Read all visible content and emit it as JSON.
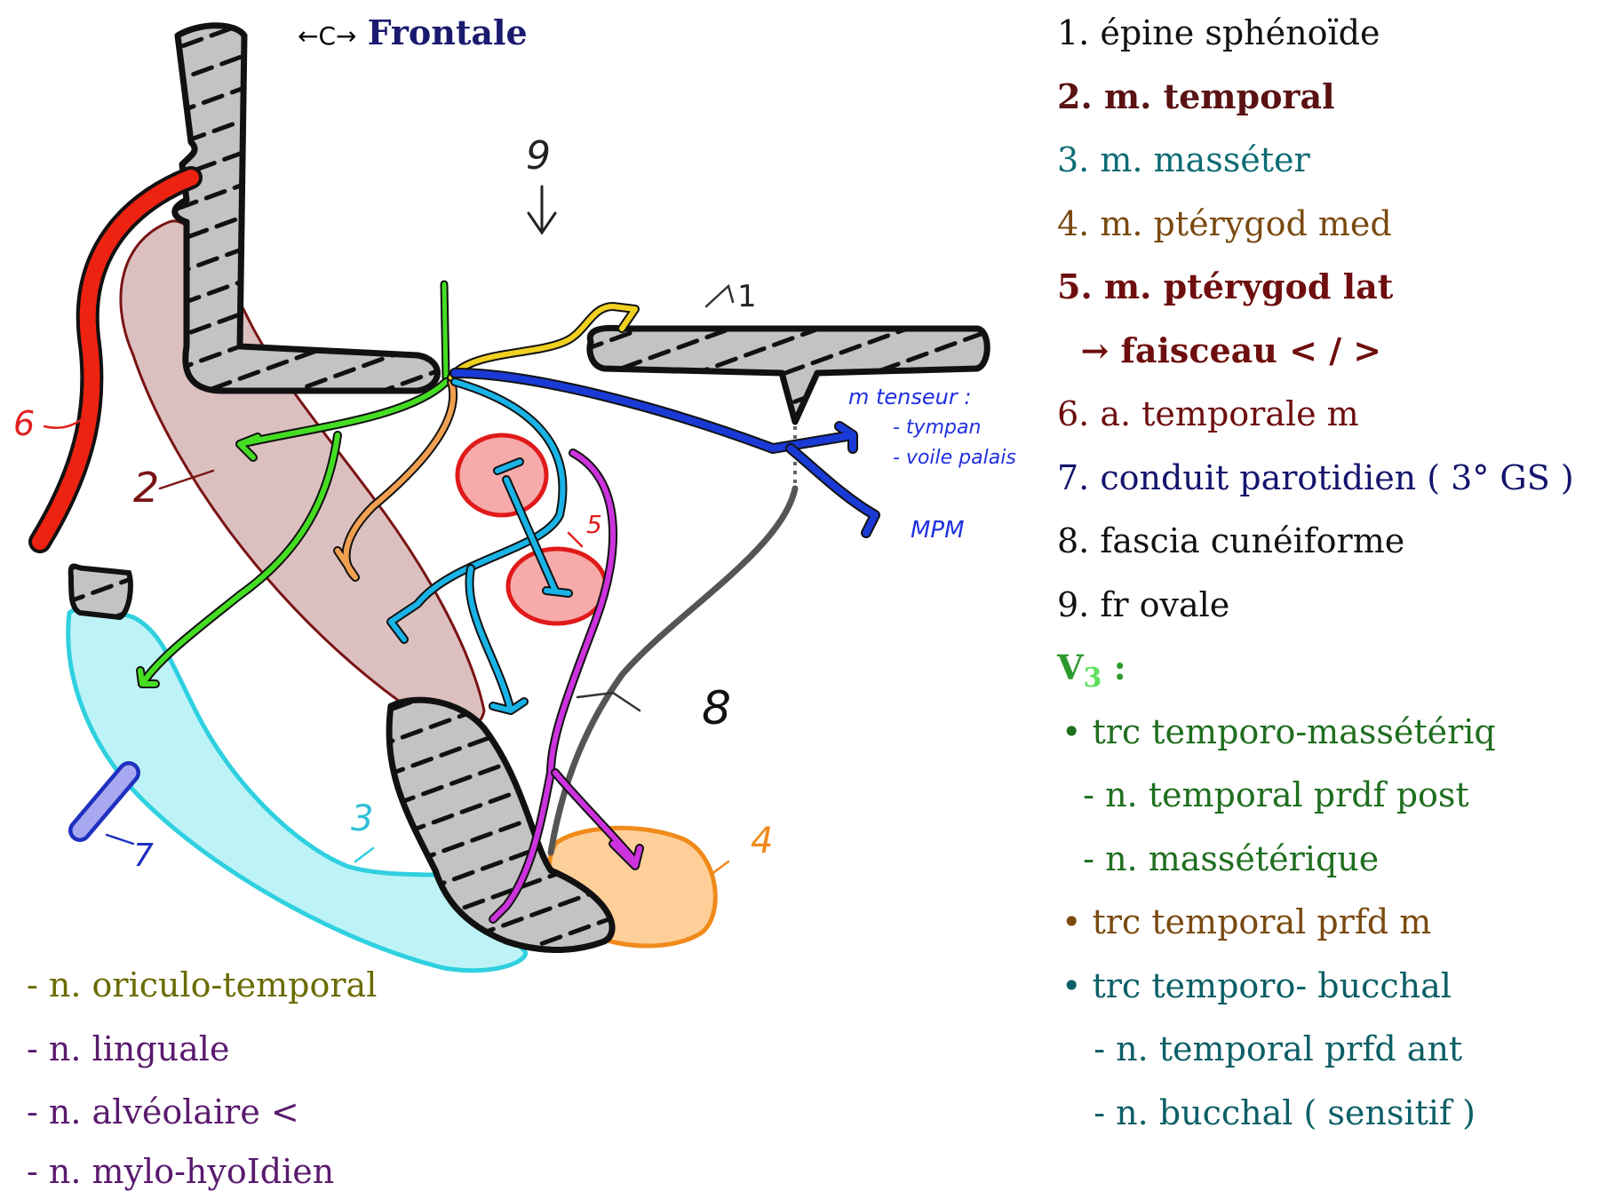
{
  "header": {
    "orientation_arrow": "←C→",
    "orientation_label": "Frontale"
  },
  "diagram_labels": {
    "n1": "1",
    "n2": "2",
    "n3": "3",
    "n4": "4",
    "n5": "5",
    "n6": "6",
    "n7": "7",
    "n8": "8",
    "n9": "9",
    "tensor_title": "m tenseur :",
    "tensor_item1": "- tympan",
    "tensor_item2": "- voile palais",
    "mpm": "MPM"
  },
  "legend_right": [
    {
      "text": "1. épine sphénoïde",
      "color": "#111111",
      "bold": false
    },
    {
      "text": "2. m. temporal",
      "color": "#5a1212",
      "bold": true
    },
    {
      "text": "3. m. masséter",
      "color": "#0b6b74",
      "bold": false
    },
    {
      "text": "4. m. ptérygod med",
      "color": "#7a4a10",
      "bold": false
    },
    {
      "text": "5. m. ptérygod lat",
      "color": "#6e0e0e",
      "bold": true
    },
    {
      "text": "  → faisceau < / >",
      "color": "#6e0e0e",
      "bold": true
    },
    {
      "text": "6. a. temporale m",
      "color": "#6e0e0e",
      "bold": false
    },
    {
      "text": "7. conduit parotidien ( 3° GS )",
      "color": "#14146e",
      "bold": false
    },
    {
      "text": "8. fascia cunéiforme",
      "color": "#111111",
      "bold": false
    },
    {
      "text": "9. fr ovale",
      "color": "#111111",
      "bold": false
    }
  ],
  "v3": {
    "label": "V",
    "sub": "3",
    "suffix": " :",
    "color": "#2d9a2d",
    "items": [
      {
        "text": "• trc temporo-massétériq",
        "color": "#1f6e1f"
      },
      {
        "text": "  - n. temporal prdf post",
        "color": "#1f6e1f"
      },
      {
        "text": "  - n. massétérique",
        "color": "#1f6e1f"
      },
      {
        "text": "• trc temporal prfd m",
        "color": "#7a4a10"
      },
      {
        "text": "• trc temporo- bucchal",
        "color": "#0b5f66"
      },
      {
        "text": "   - n. temporal prfd ant",
        "color": "#0b5f66"
      },
      {
        "text": "   - n. bucchal ( sensitif )",
        "color": "#0b5f66"
      }
    ]
  },
  "legend_left": [
    {
      "text": "- n. oriculo-temporal",
      "color": "#6b6b00"
    },
    {
      "text": "- n. linguale",
      "color": "#5a1a6e"
    },
    {
      "text": "- n. alvéolaire <",
      "color": "#5a1a6e"
    },
    {
      "text": "- n. mylo-hyoIdien",
      "color": "#5a1a6e"
    }
  ],
  "colors": {
    "bone": "#c3c3c3",
    "temporal_muscle": "#dcc0c0",
    "temporal_outline": "#7a1414",
    "masseter": "#bdf3f7",
    "masseter_outline": "#2fd0e0",
    "pterygoid_med": "#ffcf9a",
    "pterygoid_med_outline": "#f08a1a",
    "pterygoid_lat": "#f6aaaa",
    "pterygoid_lat_outline": "#e01a1a",
    "artery": "#ee2211",
    "duct": "#6a6ae0",
    "nerve_green": "#44dd22",
    "nerve_yellow": "#f0d020",
    "nerve_orange": "#f0a050",
    "nerve_cyan": "#19b3e6",
    "nerve_magenta": "#cc33dd",
    "nerve_blue": "#1a3ad6",
    "fascia": "#555555"
  }
}
